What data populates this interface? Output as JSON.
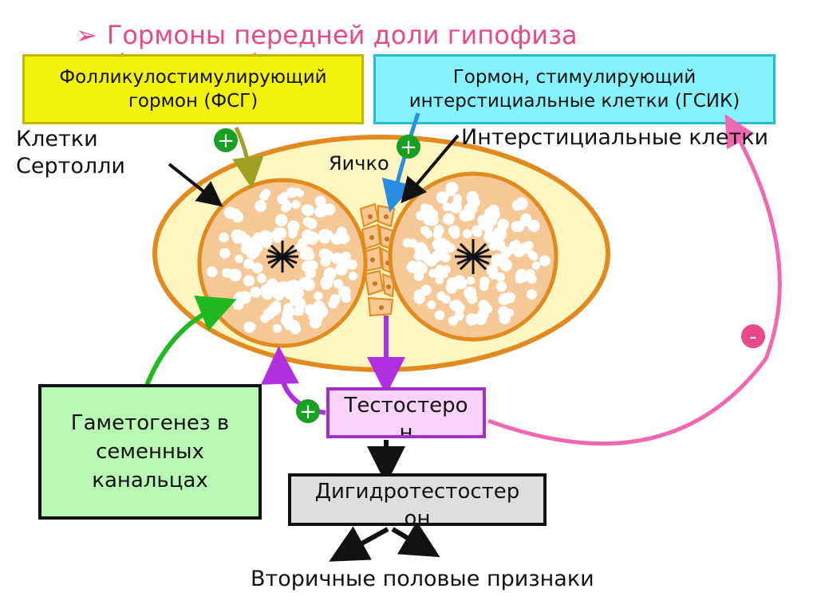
{
  "title": {
    "bullet": "➢",
    "line1": "Гормоны передней доли гипофиза",
    "line2": "(мужчины):"
  },
  "boxes": {
    "fsh": {
      "line1": "Фолликулостимулирующий",
      "line2": "гормон (ФСГ)"
    },
    "lh": {
      "line1": "Гормон, стимулирующий",
      "line2": "интерстициальные клетки (ГСИК)"
    },
    "gametogenesis": {
      "line1": "Гаметогенез в",
      "line2": "семенных",
      "line3": "канальцах"
    },
    "testosterone": {
      "line1": "Тестостеро",
      "line2": "н"
    },
    "dht": {
      "line1": "Дигидротестостер",
      "line2": "он"
    }
  },
  "labels": {
    "sertoli_line1": "Клетки",
    "sertoli_line2": "Сертолли",
    "interstitial": "Интерстициальные клетки",
    "testis": "Яичко",
    "secondary": "Вторичные половые признаки"
  },
  "signs": {
    "plus": "+",
    "minus": "-"
  },
  "colors": {
    "title": "#e8498a",
    "fsh_fill": "#f2f20a",
    "lh_fill": "#86f2fb",
    "gametogenesis_fill": "#b9f8b5",
    "testosterone_fill": "#fbd2f8",
    "dht_fill": "#dedede",
    "testis_fill": "#fdf6c0",
    "testis_outline": "#e08a20",
    "tubule_fill": "#f6c896",
    "stimulation_sign": "#18a020",
    "inhibition_sign": "#e8498a",
    "feedback_arrow": "#f068b0",
    "testosterone_arrow": "#b030e0",
    "lh_arrow": "#2a8ee0",
    "fsh_arrow": "#a0a020",
    "gametogenesis_arrow": "#22b822"
  }
}
